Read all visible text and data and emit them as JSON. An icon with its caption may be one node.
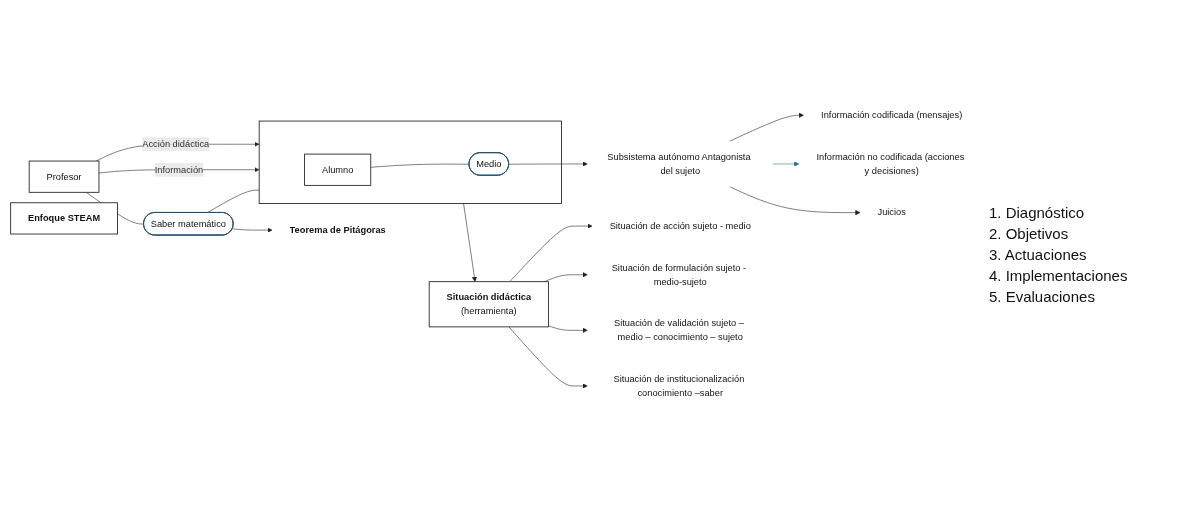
{
  "diagram": {
    "nodes": [
      {
        "text": [
          "Profesor"
        ]
      },
      {
        "text": [],
        "shape": "box"
      },
      {
        "text": [
          "Alumno"
        ],
        "in": 1
      },
      {
        "text": [
          "Medio"
        ],
        "in": 1
      },
      {
        "text": [
          "Saber matemático"
        ]
      },
      {
        "text": [
          "Teorema de Pitágoras"
        ]
      },
      {
        "text": [
          "Situación didáctica",
          "(herramienta)"
        ]
      },
      {
        "text": [
          "Subsistema autónomo Antagonista del sujeto"
        ]
      },
      {
        "text": [
          "Información codificada (mensajes)"
        ]
      },
      {
        "text": [
          "Información no codificada (acciones y decisiones)"
        ]
      },
      {
        "text": [
          "Juicios"
        ]
      },
      {
        "text": [
          "Situación de acción sujeto - medio"
        ]
      },
      {
        "text": [
          "Situación de formulación sujeto - medio-sujeto"
        ]
      },
      {
        "text": [
          "Situación de validación sujeto – medio – conocimiento – sujeto"
        ]
      },
      {
        "text": [
          "Situación de institucionalización conocimiento –saber"
        ]
      },
      {
        "text": [
          "Enfoque STEAM"
        ]
      }
    ],
    "edges": [
      {
        "from": 0,
        "to": 1,
        "arrow": "to",
        "label": "Acción didáctica"
      },
      {
        "from": 0,
        "to": 1,
        "arrow": "to",
        "label": "Información"
      },
      {
        "from": 2,
        "to": 3,
        "arrow": "none"
      },
      {
        "from": 0,
        "to": 4,
        "arrow": "none"
      },
      {
        "from": 4,
        "to": 1,
        "arrow": "none"
      },
      {
        "from": 1,
        "to": 6,
        "arrow": "to"
      },
      {
        "from": 3,
        "to": 7,
        "arrow": "to"
      },
      {
        "from": 4,
        "to": 5,
        "arrow": "to"
      },
      {
        "from": 7,
        "to": 8,
        "arrow": "to"
      },
      {
        "from": 7,
        "to": 9,
        "arrow": "to",
        "color": "#1f6f9a"
      },
      {
        "from": 7,
        "to": 10,
        "arrow": "to"
      },
      {
        "from": 6,
        "to": 11,
        "arrow": "to"
      },
      {
        "from": 6,
        "to": 12,
        "arrow": "to"
      },
      {
        "from": 6,
        "to": 13,
        "arrow": "to"
      },
      {
        "from": 6,
        "to": 14,
        "arrow": "to"
      }
    ],
    "labels": [
      "1. Diagnóstico",
      "2. Objetivos",
      "3. Actuaciones",
      "4. Implementaciones",
      "5. Evaluaciones"
    ]
  }
}
